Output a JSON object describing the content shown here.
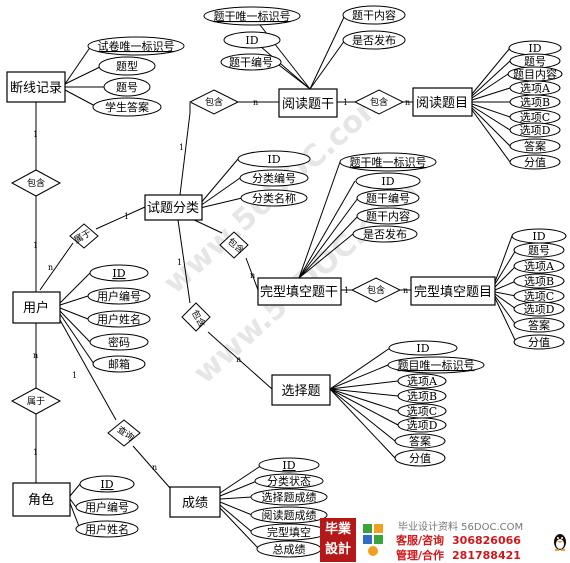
{
  "diagram": {
    "entities": {
      "breakpoint_record": "断线记录",
      "user": "用户",
      "role": "角色",
      "question_category": "试题分类",
      "reading_stem": "阅读题干",
      "reading_question": "阅读题目",
      "cloze_stem": "完型填空题干",
      "cloze_question": "完型填空题目",
      "choice_question": "选择题",
      "score": "成绩"
    },
    "relationships": {
      "contains_record_user": "包含",
      "belongs_user_category": "属于",
      "belongs_user_role": "属于",
      "contains_category_reading": "包含",
      "contains_reading_question": "包含",
      "contains_category_cloze": "包含",
      "contains_cloze_question": "包含",
      "contains_category_choice": "包含",
      "query_user_score": "查询"
    },
    "attributes": {
      "breakpoint_record": [
        "试卷唯一标识号",
        "题型",
        "题号",
        "学生答案"
      ],
      "reading_stem": [
        "题干唯一标识号",
        "ID",
        "题干编号",
        "题干内容",
        "是否发布"
      ],
      "reading_question": [
        "ID",
        "题号",
        "题目内容",
        "选项A",
        "选项B",
        "选项C",
        "选项D",
        "答案",
        "分值"
      ],
      "question_category": [
        "ID",
        "分类编号",
        "分类名称"
      ],
      "cloze_stem": [
        "题干唯一标识号",
        "ID",
        "题干编号",
        "题干内容",
        "是否发布"
      ],
      "cloze_question": [
        "ID",
        "题号",
        "选项A",
        "选项B",
        "选项C",
        "选项D",
        "答案",
        "分值"
      ],
      "user": [
        "ID",
        "用户编号",
        "用户姓名",
        "密码",
        "邮箱"
      ],
      "choice_question": [
        "ID",
        "题目唯一标识号",
        "选项A",
        "选项B",
        "选项C",
        "选项D",
        "答案",
        "分值"
      ],
      "role": [
        "ID",
        "用户编号",
        "用户姓名"
      ],
      "score": [
        "ID",
        "分类状态",
        "选择题成绩",
        "阅读题成绩",
        "完型填空",
        "总成绩"
      ]
    },
    "cardinality": {
      "one": "1",
      "many": "n"
    },
    "watermark": "www.56DOC.com"
  },
  "footer": {
    "logo_line1": "毕業",
    "logo_line2": "設計",
    "site_caption": "毕业设计资料 56DOC.COM",
    "service_label": "客服/咨询",
    "service_number": "306826066",
    "manage_label": "管理/合作",
    "manage_number": "281788421"
  },
  "colors": {
    "logo_red": "#b51818",
    "footer_red": "#d0181c",
    "logo2_green": "#3aa33a",
    "logo2_orange": "#f0a020",
    "logo2_blue": "#2f6fc8"
  }
}
